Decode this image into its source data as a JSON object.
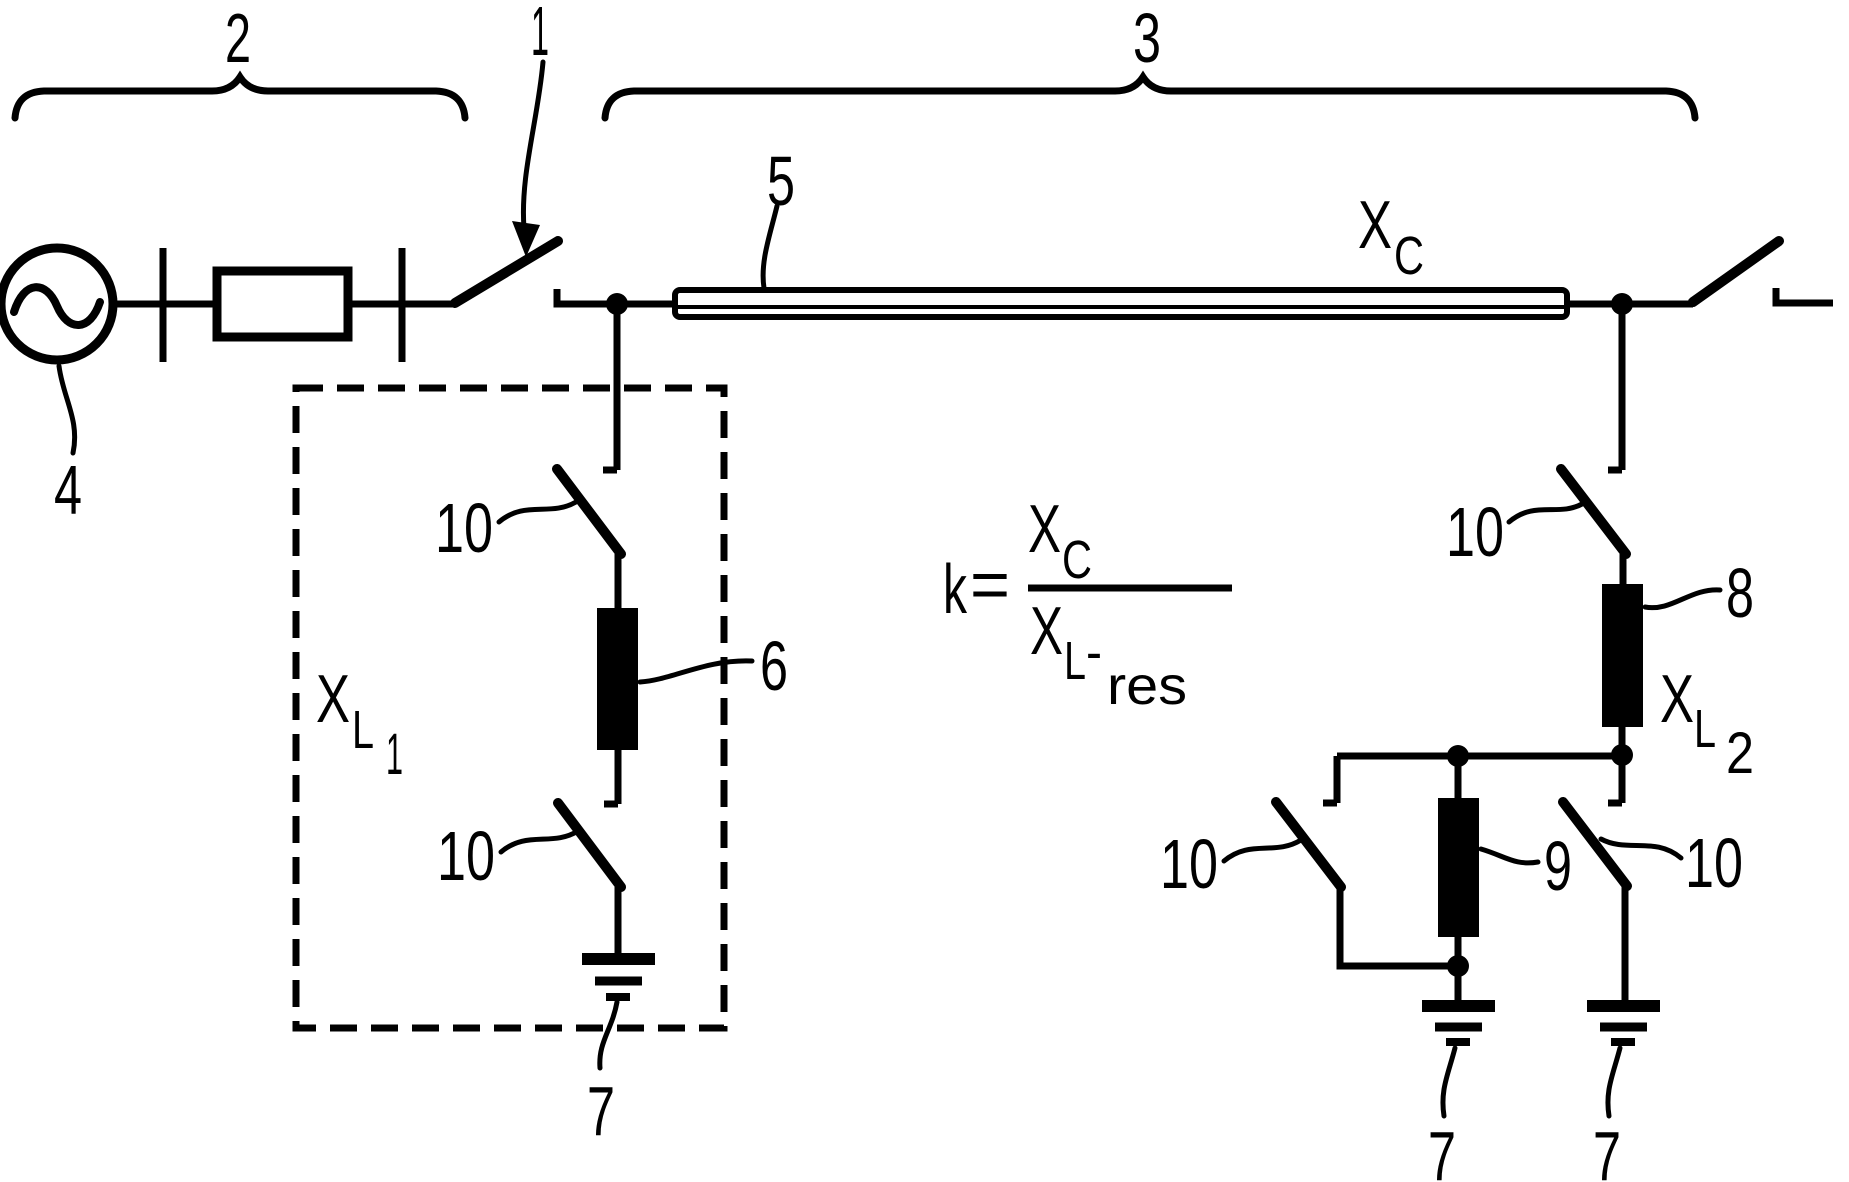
{
  "figure": {
    "kind": "patent-circuit-diagram",
    "colors": {
      "ink": "#000000",
      "background": "#ffffff"
    }
  },
  "labels": {
    "source_section": "2",
    "circuit_breaker": "1",
    "line_section": "3",
    "transmission_line": "5",
    "generator": "4",
    "reactor_in_box": "6",
    "earth": "7",
    "series_reactor": "8",
    "shunt_reactor": "9",
    "disconnector": "10"
  },
  "reactance_labels": {
    "line_reactance": {
      "base": "X",
      "sub": "C"
    },
    "left_reactor": {
      "base": "X",
      "sub": "L",
      "index": "1"
    },
    "right_reactor": {
      "base": "X",
      "sub": "L",
      "index": "2"
    }
  },
  "formula": {
    "lhs": "k",
    "equals_sign": "=",
    "numerator": {
      "base": "X",
      "sub": "C"
    },
    "denominator": {
      "base": "X",
      "sub": "L",
      "dash": "-",
      "suffix": "res"
    }
  }
}
